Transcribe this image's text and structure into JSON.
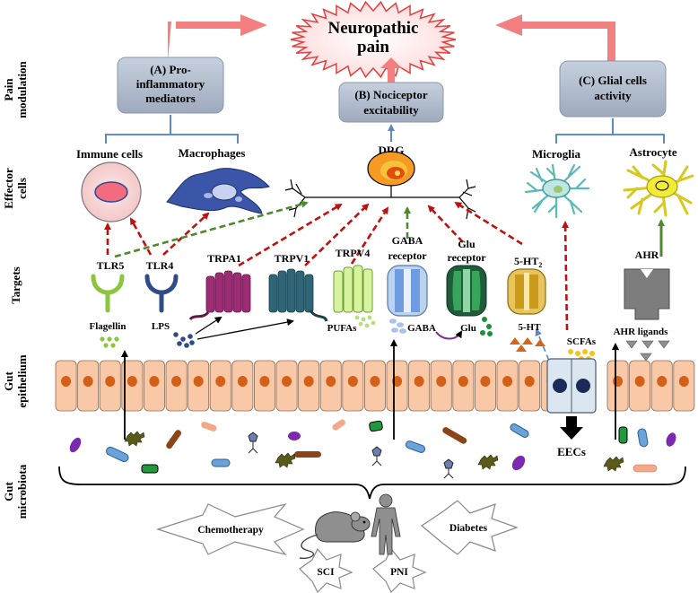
{
  "title_line1": "Neuropathic",
  "title_line2": "pain",
  "row_labels": {
    "pain_modulation": [
      "Pain",
      "modulation"
    ],
    "effector_cells": [
      "Effector",
      "cells"
    ],
    "targets": "Targets",
    "gut_epithelium": [
      "Gut",
      "epithelium"
    ],
    "gut_microbiota": [
      "Gut",
      "microbiota"
    ]
  },
  "boxes": {
    "a": [
      "(A) Pro-",
      "inflammatory",
      "mediators"
    ],
    "b": [
      "(B) Nociceptor",
      "excitability"
    ],
    "c": [
      "(C) Glial cells",
      "activity"
    ]
  },
  "effectors": {
    "immune_cells": "Immune cells",
    "macrophages": "Macrophages",
    "drg": "DRG",
    "microglia": "Microglia",
    "astrocyte": "Astrocyte"
  },
  "targets": {
    "tlr5": "TLR5",
    "tlr4": "TLR4",
    "trpa1": "TRPA1",
    "trpv1": "TRPV1",
    "trpv4": "TRPV4",
    "gaba_receptor": [
      "GABA",
      "receptor"
    ],
    "glu_receptor": [
      "Glu",
      "receptor"
    ],
    "ht2": "5-HT",
    "ht2_sub": "2",
    "ahr": "AHR"
  },
  "ligands": {
    "flagellin": "Flagellin",
    "lps": "LPS",
    "pufas": "PUFAs",
    "gaba": "GABA",
    "glu": "Glu",
    "ht": "5-HT",
    "scfas": "SCFAs",
    "ahr_ligands": "AHR ligands"
  },
  "eecs": "EECs",
  "conditions": {
    "chemotherapy": "Chemotherapy",
    "diabetes": "Diabetes",
    "sci": "SCI",
    "pni": "PNI"
  },
  "colors": {
    "pink_arrow": "#f28080",
    "box_fill": "#b0bccd",
    "bracket": "#4b7ec5",
    "red_dash": "#c01010",
    "green_dash": "#4e8a2c",
    "blue_dash": "#5b86c8",
    "epithelium": "#f9c9a7",
    "nucleus": "#d45f17",
    "eec": "#dce6f1"
  }
}
